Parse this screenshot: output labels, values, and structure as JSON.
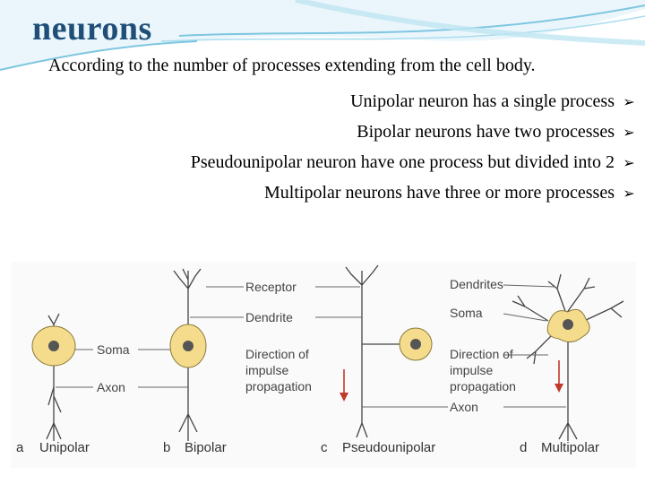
{
  "slide": {
    "title": "neurons",
    "intro": "According to the number of processes extending from the cell body.",
    "bullets": [
      "Unipolar neuron has a single process",
      "Bipolar neurons have two processes",
      "Pseudounipolar neuron have one process but divided into 2",
      "Multipolar neurons have three or more processes"
    ],
    "bullet_icon": "arrow-bullet-icon"
  },
  "figure": {
    "labels_left": {
      "receptor": "Receptor",
      "dendrite": "Dendrite",
      "soma": "Soma",
      "direction": [
        "Direction of",
        "impulse",
        "propagation"
      ],
      "axon": "Axon"
    },
    "labels_right": {
      "dendrites": "Dendrites",
      "soma": "Soma",
      "direction": [
        "Direction of",
        "impulse",
        "propagation"
      ],
      "axon": "Axon"
    },
    "panels": [
      {
        "letter": "a",
        "name": "Unipolar"
      },
      {
        "letter": "b",
        "name": "Bipolar"
      },
      {
        "letter": "c",
        "name": "Pseudounipolar"
      },
      {
        "letter": "d",
        "name": "Multipolar"
      }
    ],
    "colors": {
      "cell": "#f5dc8c",
      "nucleus": "#555555",
      "arrow": "#c0392b",
      "line": "#444444"
    }
  }
}
